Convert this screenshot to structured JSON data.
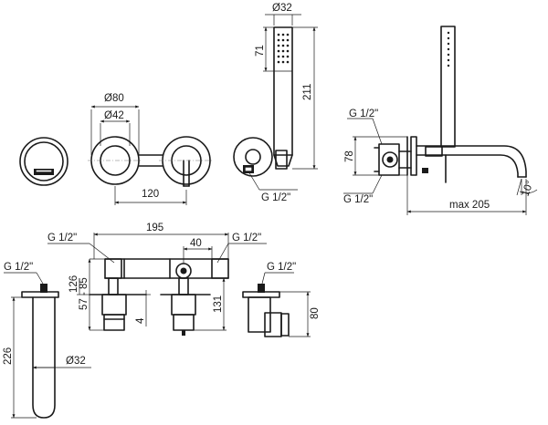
{
  "front_view": {
    "dim_outer_diameter": "Ø80",
    "dim_inner_diameter": "Ø42",
    "dim_spacing": "120",
    "dim_shower_width": "Ø32",
    "dim_handset_head": "71",
    "dim_handset_length": "211",
    "dim_outlet_thread": "G 1/2\""
  },
  "side_view": {
    "dim_thread_top": "G 1/2\"",
    "dim_thread_bottom": "G 1/2\"",
    "dim_height": "78",
    "dim_spout_reach": "max 205",
    "dim_spout_angle": "10°"
  },
  "bottom_view": {
    "dim_thread_left": "G 1/2\"",
    "dim_thread_middle_left": "G 1/2\"",
    "dim_thread_middle_right": "G 1/2\"",
    "dim_thread_right": "G 1/2\"",
    "dim_total_width": "195",
    "dim_offset": "40",
    "dim_depth_range": "57 - 85",
    "dim_upper_depth": "126",
    "dim_body_height": "131",
    "dim_gap": "4",
    "dim_spout_length": "226",
    "dim_spout_diameter": "Ø32",
    "dim_elbow_height": "80"
  }
}
